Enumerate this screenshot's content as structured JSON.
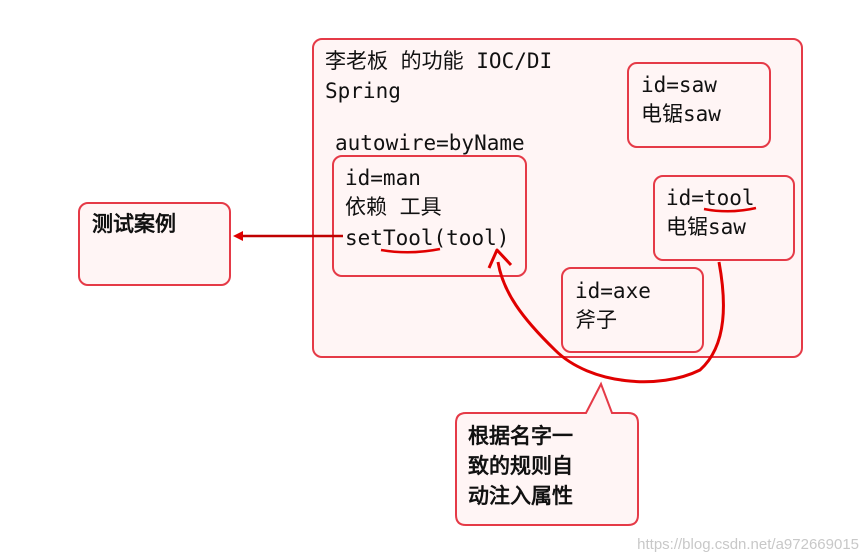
{
  "colors": {
    "border": "#e53a47",
    "fill": "#fff5f5",
    "text": "#111111",
    "watermark": "#c8c8c8"
  },
  "container": {
    "title_line1": "李老板 的功能 IOC/DI",
    "title_line2": "Spring",
    "autowire_label": "autowire=byName"
  },
  "beans": {
    "saw": {
      "line1": "id=saw",
      "line2": "电锯saw"
    },
    "tool": {
      "line1_prefix": "id=",
      "line1_key": "tool",
      "line2": "电锯saw"
    },
    "axe": {
      "line1": "id=axe",
      "line2": "斧子"
    },
    "man": {
      "line1": "id=man",
      "line2": "依赖 工具",
      "line3_prefix": "set",
      "line3_key": "Tool",
      "line3_suffix": "(tool)"
    }
  },
  "test_box": {
    "label": "测试案例"
  },
  "callout": {
    "line1": "根据名字一",
    "line2": "致的规则自",
    "line3": "动注入属性"
  },
  "watermark": "https://blog.csdn.net/a972669015"
}
